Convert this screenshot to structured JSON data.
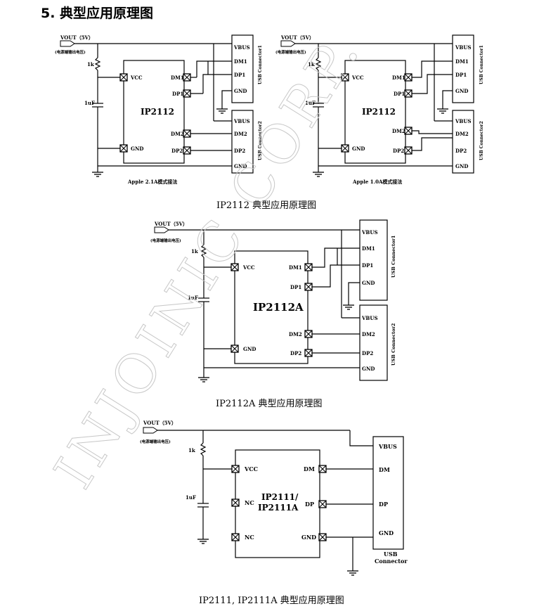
{
  "section_title": "5. 典型应用原理图",
  "labels": {
    "vout": "VOUT（5V）",
    "vout_note": "(电源端输出电压)",
    "r": "1k",
    "c": "1uF",
    "vcc": "VCC",
    "gnd": "GND",
    "nc": "NC",
    "dm1": "DM1",
    "dp1": "DP1",
    "dm2": "DM2",
    "dp2": "DP2",
    "dm": "DM",
    "dp": "DP",
    "vbus": "VBUS",
    "usb1": "USB Connector1",
    "usb2": "USB Connector2",
    "usb_conn_line1": "USB",
    "usb_conn_line2": "Connector"
  },
  "diagrams": {
    "d1": {
      "chip": "IP2112",
      "mode": "Apple 2.1A模式接法"
    },
    "d2": {
      "chip": "IP2112",
      "mode": "Apple 1.0A模式接法"
    },
    "d3": {
      "chip": "IP2112A"
    },
    "d4": {
      "chip_line1": "IP2111/",
      "chip_line2": "IP2111A"
    }
  },
  "captions": {
    "fig1": "IP2112 典型应用原理图",
    "fig2": "IP2112A 典型应用原理图",
    "fig3": "IP2111, IP2111A 典型应用原理图"
  },
  "watermark": "INJOINIC CORP."
}
